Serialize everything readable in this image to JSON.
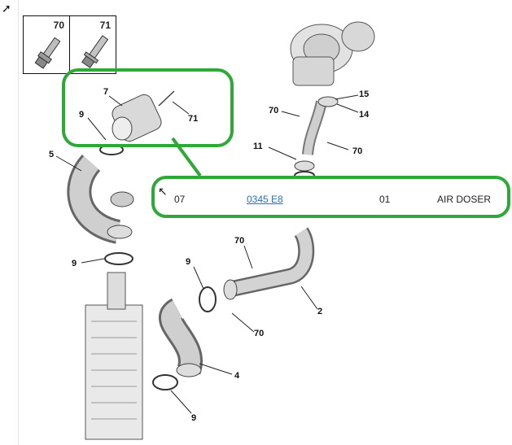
{
  "diagram": {
    "header_boxes": [
      {
        "num": "70",
        "icon": "bolt-flanged-icon"
      },
      {
        "num": "71",
        "icon": "bolt-washer-icon"
      }
    ],
    "callouts": {
      "part_7": "7",
      "part_71_top": "71",
      "part_9_upper": "9",
      "part_5": "5",
      "part_70_turbo": "70",
      "part_15": "15",
      "part_14": "14",
      "part_70_right": "70",
      "part_11": "11",
      "part_9_middle": "9",
      "part_70_center": "70",
      "part_9_center": "9",
      "part_2": "2",
      "part_70_lower": "70",
      "part_4": "4",
      "part_9_bottom": "9"
    },
    "highlight_color": "#2ea836"
  },
  "selected_row": {
    "reference": "07",
    "part_number": "0345 E8",
    "quantity": "01",
    "description": "AIR DOSER"
  }
}
